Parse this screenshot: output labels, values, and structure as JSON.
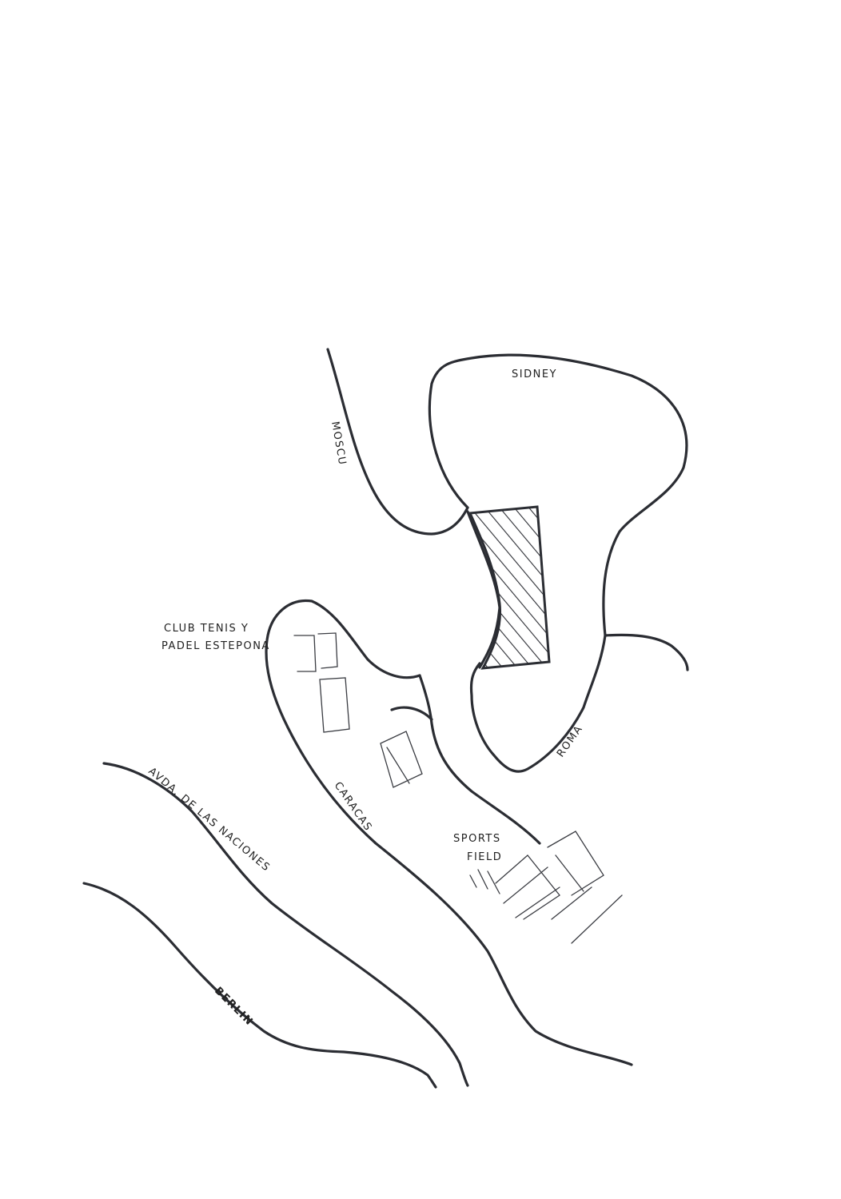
{
  "map": {
    "colors": {
      "ink": "#2b2d33",
      "background": "#ffffff"
    },
    "labels": {
      "sidney": "SIDNEY",
      "moscu": "MOSCU",
      "club_line1": "CLUB TENIS Y",
      "club_line2": "PADEL ESTEPONA",
      "caracas": "CARACAS",
      "roma": "ROMA",
      "avenida": "AVDA. DE LAS NACIONES",
      "berlin": "BERLIN",
      "sports_line1": "SPORTS",
      "sports_line2": "FIELD"
    }
  }
}
